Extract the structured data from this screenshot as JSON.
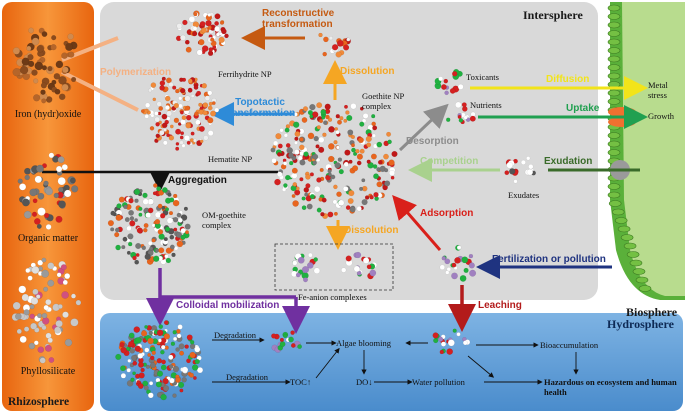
{
  "zones": {
    "intersphere": "Intersphere",
    "biosphere": "Biosphere",
    "hydrosphere": "Hydrosphere",
    "rhizosphere": "Rhizosphere"
  },
  "rhizosphere_items": [
    "Iron (hydr)oxide",
    "Organic matter",
    "Phyllosilicate"
  ],
  "nanoparticles": {
    "ferrihydrite": "Ferrihydrite NP",
    "hematite": "Hematite NP",
    "goethite": "Goethite NP complex",
    "om_goethite": "OM-goethite complex",
    "fe_anion": "Fe-anion complexes"
  },
  "species": {
    "toxicants": "Toxicants",
    "nutrients": "Nutrients",
    "exudates": "Exudates"
  },
  "outcomes": {
    "metal_stress": "Metal stress",
    "growth": "Growth"
  },
  "processes": {
    "reconstructive": "Reconstructive transformation",
    "polymerization": "Polymerization",
    "dissolution_top": "Dissolution",
    "topotactic": "Topotactic transformation",
    "aggregation": "Aggregation",
    "desorption": "Desorption",
    "diffusion": "Diffusion",
    "uptake": "Uptake",
    "competition": "Competition",
    "exudation": "Exudation",
    "adsorption": "Adsorption",
    "dissolution_mid": "Dissolution",
    "fertilization": "Fertilization or pollution",
    "colloidal": "Colloidal mobilization",
    "leaching": "Leaching"
  },
  "hydrosphere_items": {
    "degradation_1": "Degradation",
    "degradation_2": "Degradation",
    "toc": "TOC↑",
    "algae": "Algae blooming",
    "do": "DO↓",
    "water_pollution": "Water pollution",
    "bioaccumulation": "Bioaccumulation",
    "hazard": "Hazardous on ecosystem and human health"
  },
  "colors": {
    "rhizosphere_bg": "#f07a1e",
    "intersphere_bg": "#d9d9d9",
    "hydrosphere_bg": "#5b9bd5",
    "biosphere_green": "#74c043",
    "reconstructive": "#c55a11",
    "polymerization": "#f4b183",
    "dissolution": "#f5a623",
    "topotactic": "#2e8bd8",
    "desorption": "#8c8c8c",
    "diffusion": "#f2e41a",
    "uptake": "#20a050",
    "competition": "#a9d18e",
    "exudation": "#3a6b2a",
    "adsorption": "#d9201a",
    "fertilization": "#1f3380",
    "colloidal": "#7030a0",
    "leaching": "#b31b1b"
  }
}
